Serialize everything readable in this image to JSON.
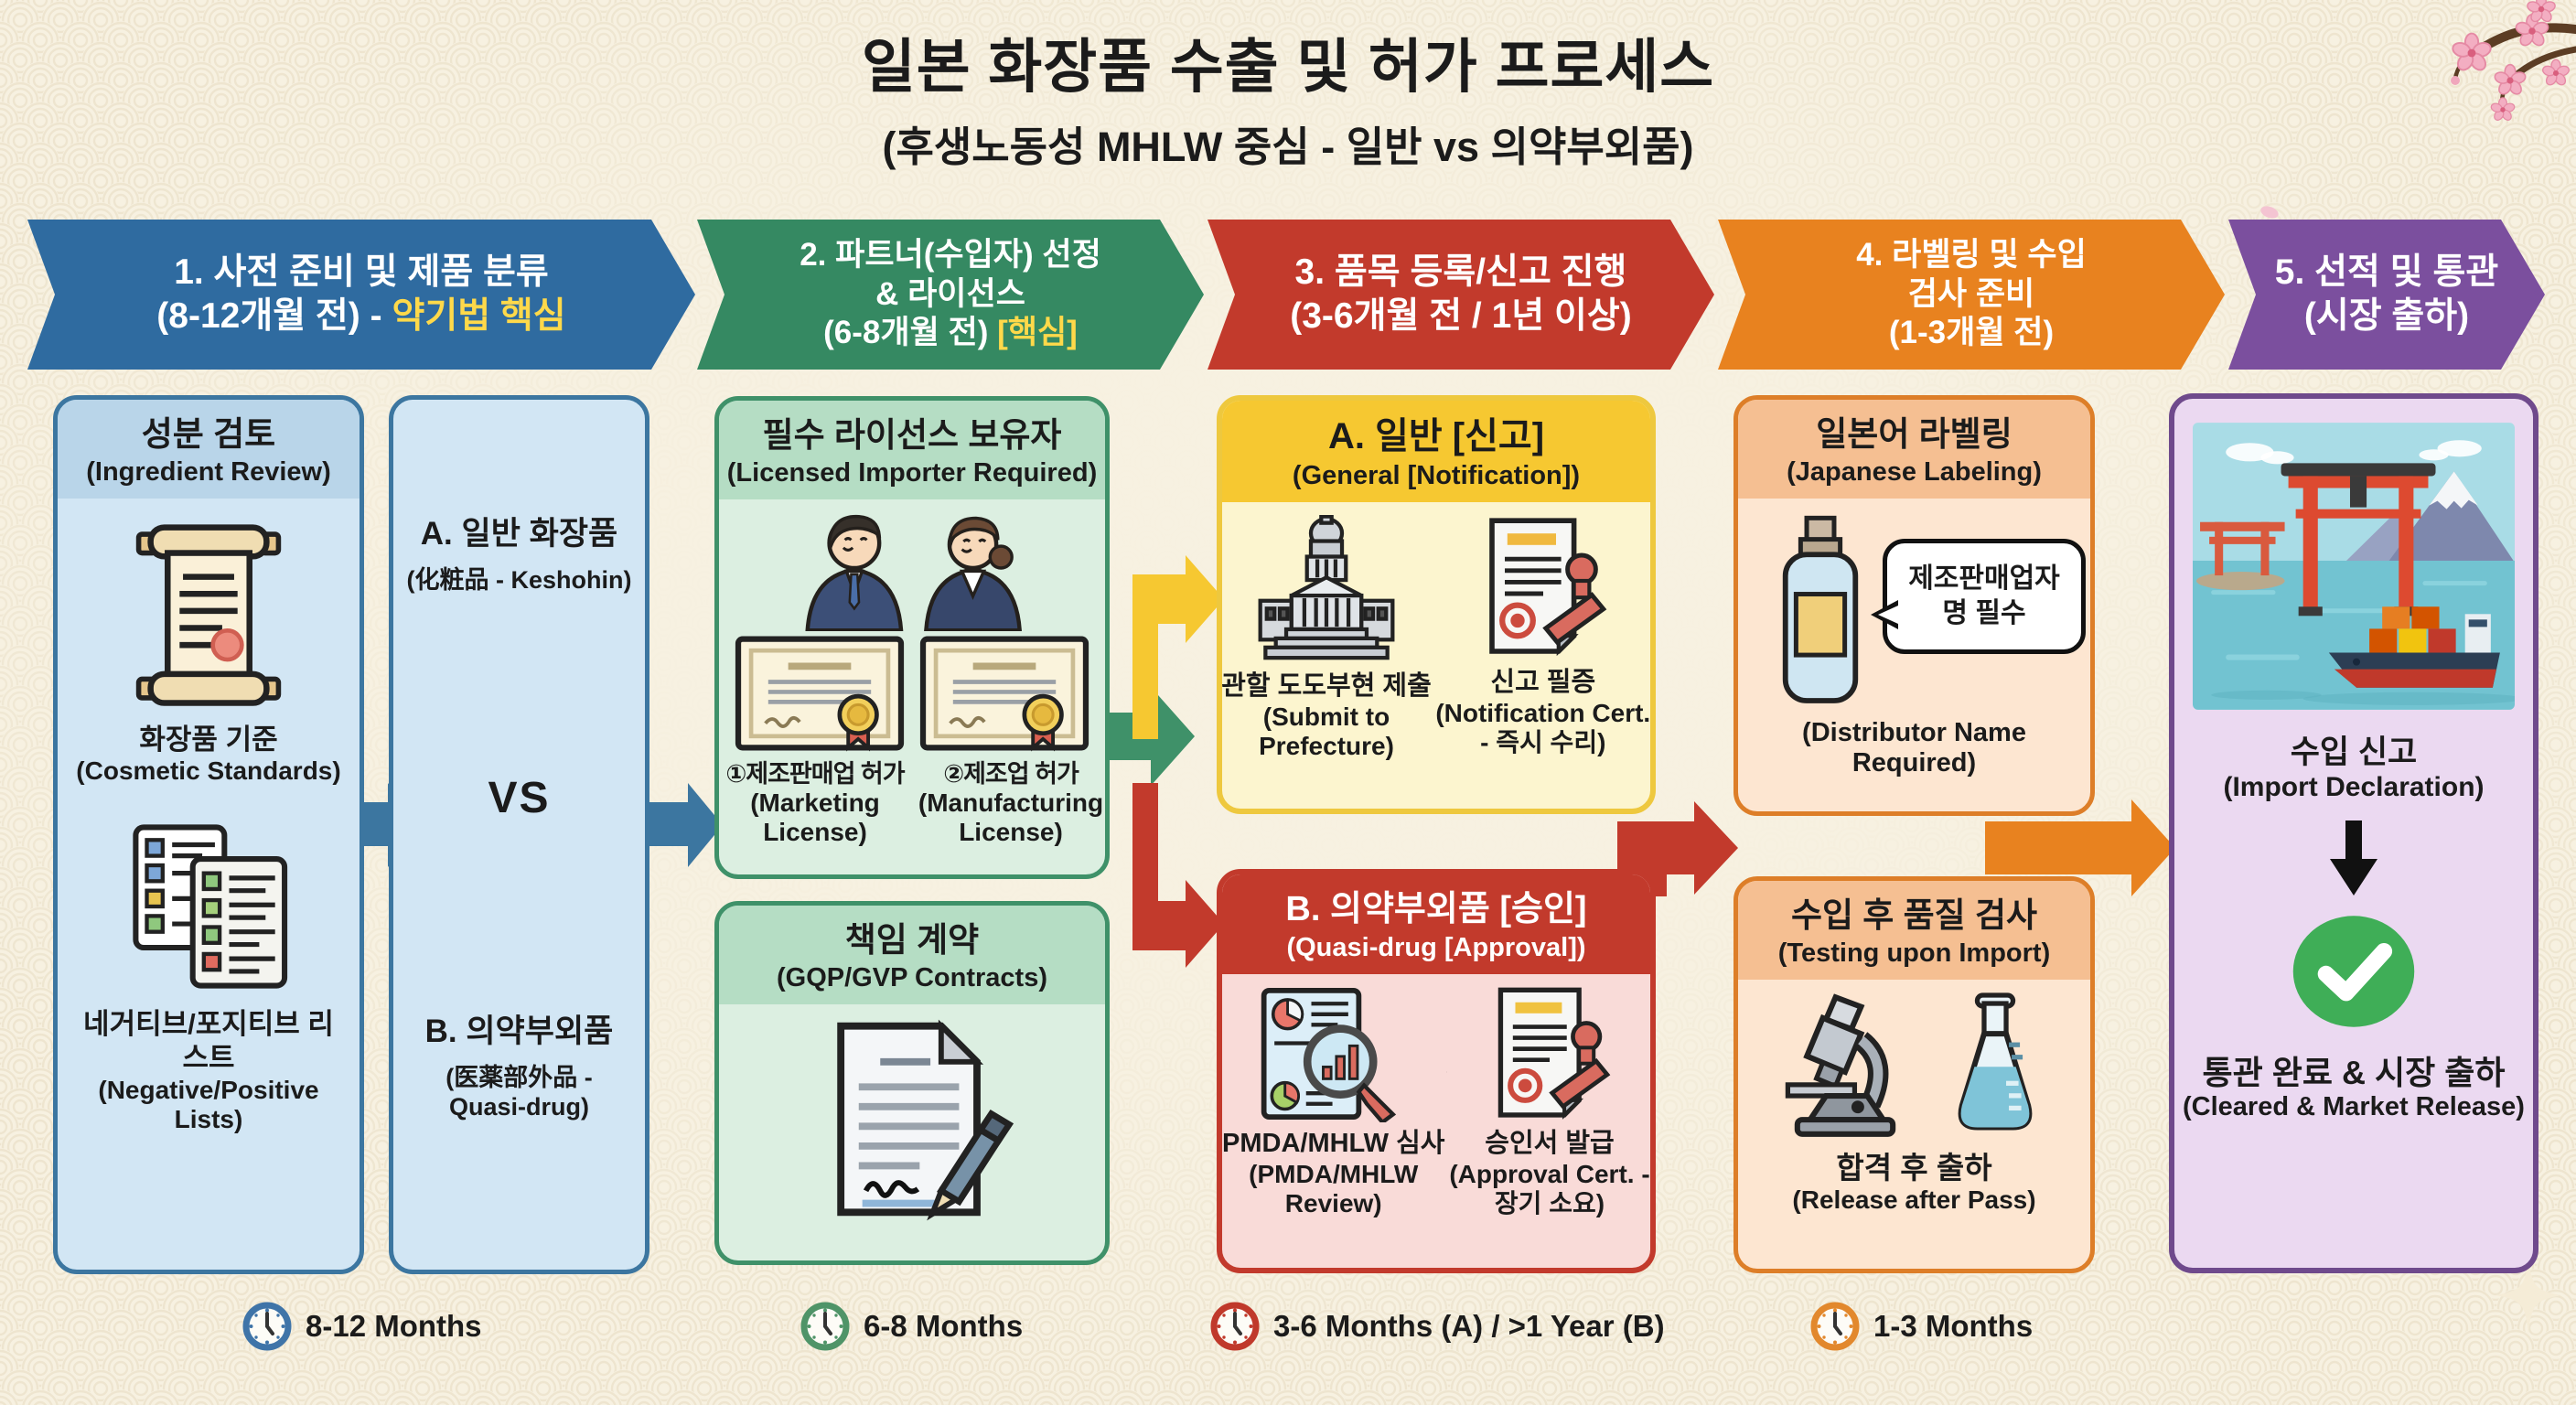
{
  "title": {
    "main": "일본 화장품 수출 및 허가 프로세스",
    "subtitle": "(후생노동성 MHLW 중심 - 일반 vs 의약부외품)"
  },
  "banners": [
    {
      "line1": "1. 사전 준비 및 제품 분류",
      "line2_prefix": "(8-12개월 전) - ",
      "line2_highlight": "약기법 핵심",
      "color": "#2f6ba0"
    },
    {
      "line1": "2. 파트너(수입자) 선정",
      "line2": "& 라이선스",
      "line3_prefix": "(6-8개월 전) ",
      "line3_highlight": "[핵심]",
      "color": "#358962"
    },
    {
      "line1": "3. 품목 등록/신고 진행",
      "line2": "(3-6개월 전 / 1년 이상)",
      "color": "#c23a2c"
    },
    {
      "line1": "4. 라벨링 및 수입",
      "line2": "검사 준비",
      "line3": "(1-3개월 전)",
      "color": "#e8821f"
    },
    {
      "line1": "5. 선적 및 통관",
      "line2": "(시장 출하)",
      "color": "#7b4f9e"
    }
  ],
  "col1": {
    "header_ko": "성분 검토",
    "header_en": "(Ingredient Review)",
    "item1_ko": "화장품 기준",
    "item1_en": "(Cosmetic Standards)",
    "item2_ko": "네거티브/포지티브 리스트",
    "item2_en": "(Negative/Positive Lists)"
  },
  "col2": {
    "a_title": "A. 일반 화장품",
    "a_sub": "(化粧品 - Keshohin)",
    "vs": "VS",
    "b_title": "B. 의약부외품",
    "b_sub": "(医薬部外品 - Quasi-drug)"
  },
  "col3": {
    "license_box": {
      "header_ko": "필수 라이선스 보유자",
      "header_en": "(Licensed Importer Required)",
      "cert1_ko": "①제조판매업 허가",
      "cert1_en": "(Marketing License)",
      "cert2_ko": "②제조업 허가",
      "cert2_en": "(Manufacturing License)"
    },
    "contract_box": {
      "header_ko": "책임 계약",
      "header_en": "(GQP/GVP Contracts)"
    }
  },
  "col4": {
    "general_box": {
      "header_ko": "A. 일반 [신고]",
      "header_en": "(General [Notification])",
      "step1_ko": "관할 도도부현 제출",
      "step1_en": "(Submit to Prefecture)",
      "step2_ko": "신고 필증",
      "step2_en": "(Notification Cert. - 즉시 수리)"
    },
    "quasi_box": {
      "header_ko": "B. 의약부외품 [승인]",
      "header_en": "(Quasi-drug [Approval])",
      "step1_ko": "PMDA/MHLW 심사",
      "step1_en": "(PMDA/MHLW Review)",
      "step2_ko": "승인서 발급",
      "step2_en": "(Approval Cert. - 장기 소요)"
    }
  },
  "col5": {
    "labeling_box": {
      "header_ko": "일본어 라벨링",
      "header_en": "(Japanese Labeling)",
      "bubble": "제조판매업자명 필수",
      "caption": "(Distributor Name Required)"
    },
    "testing_box": {
      "header_ko": "수입 후 품질 검사",
      "header_en": "(Testing upon Import)",
      "caption_ko": "합격 후 출하",
      "caption_en": "(Release after Pass)"
    }
  },
  "col6": {
    "import_ko": "수입 신고",
    "import_en": "(Import Declaration)",
    "cleared_ko": "통관 완료 & 시장 출하",
    "cleared_en": "(Cleared & Market Release)"
  },
  "timeline": {
    "items": [
      {
        "label": "8-12 Months",
        "color": "#3f74a8"
      },
      {
        "label": "6-8 Months",
        "color": "#4f9468"
      },
      {
        "label": "3-6 Months (A) / >1 Year (B)",
        "color": "#c0392b"
      },
      {
        "label": "1-3 Months",
        "color": "#e2882d"
      }
    ]
  },
  "colors": {
    "background": "#f7f1e1",
    "banner_blue": "#2f6ba0",
    "banner_green": "#358962",
    "banner_red": "#c23a2c",
    "banner_orange": "#e8821f",
    "banner_purple": "#7b4f9e",
    "highlight_yellow": "#ffd94a",
    "blue_box_fill": "#d2e6f4",
    "blue_box_border": "#3c76a0",
    "green_box_fill": "#dcefe1",
    "green_box_border": "#3f9169",
    "yellow_box_fill": "#fcf5cf",
    "yellow_box_header": "#f6c831",
    "red_box_fill": "#f9dbd8",
    "red_box_accent": "#c23a2c",
    "orange_box_fill": "#fde6d1",
    "orange_box_border": "#dd7e28",
    "purple_box_fill": "#ebd9f1",
    "purple_box_border": "#6f4a8c",
    "check_green": "#3fae57"
  },
  "icons": {
    "col1_item1": "scroll-icon",
    "col1_item2": "checklist-icon",
    "col3_license": "bowing-people-icon + certificate-icon x2",
    "col3_contract": "contract-pen-icon",
    "col4_general": "government-building-icon, arrow-right-icon, stamped-document-icon",
    "col4_quasi": "report-magnifier-icon, arrow-right-icon, stamped-document-icon",
    "col5_labeling": "bottle-icon + speech-bubble",
    "col5_testing": "microscope-icon + flask-icon",
    "col6": "torii-harbor-illustration, down-arrow-icon, check-circle-icon",
    "timeline": "clock-icon",
    "decoration": "seigaiha-wave-pattern, cherry-blossom-branch, petal, sparkle"
  }
}
